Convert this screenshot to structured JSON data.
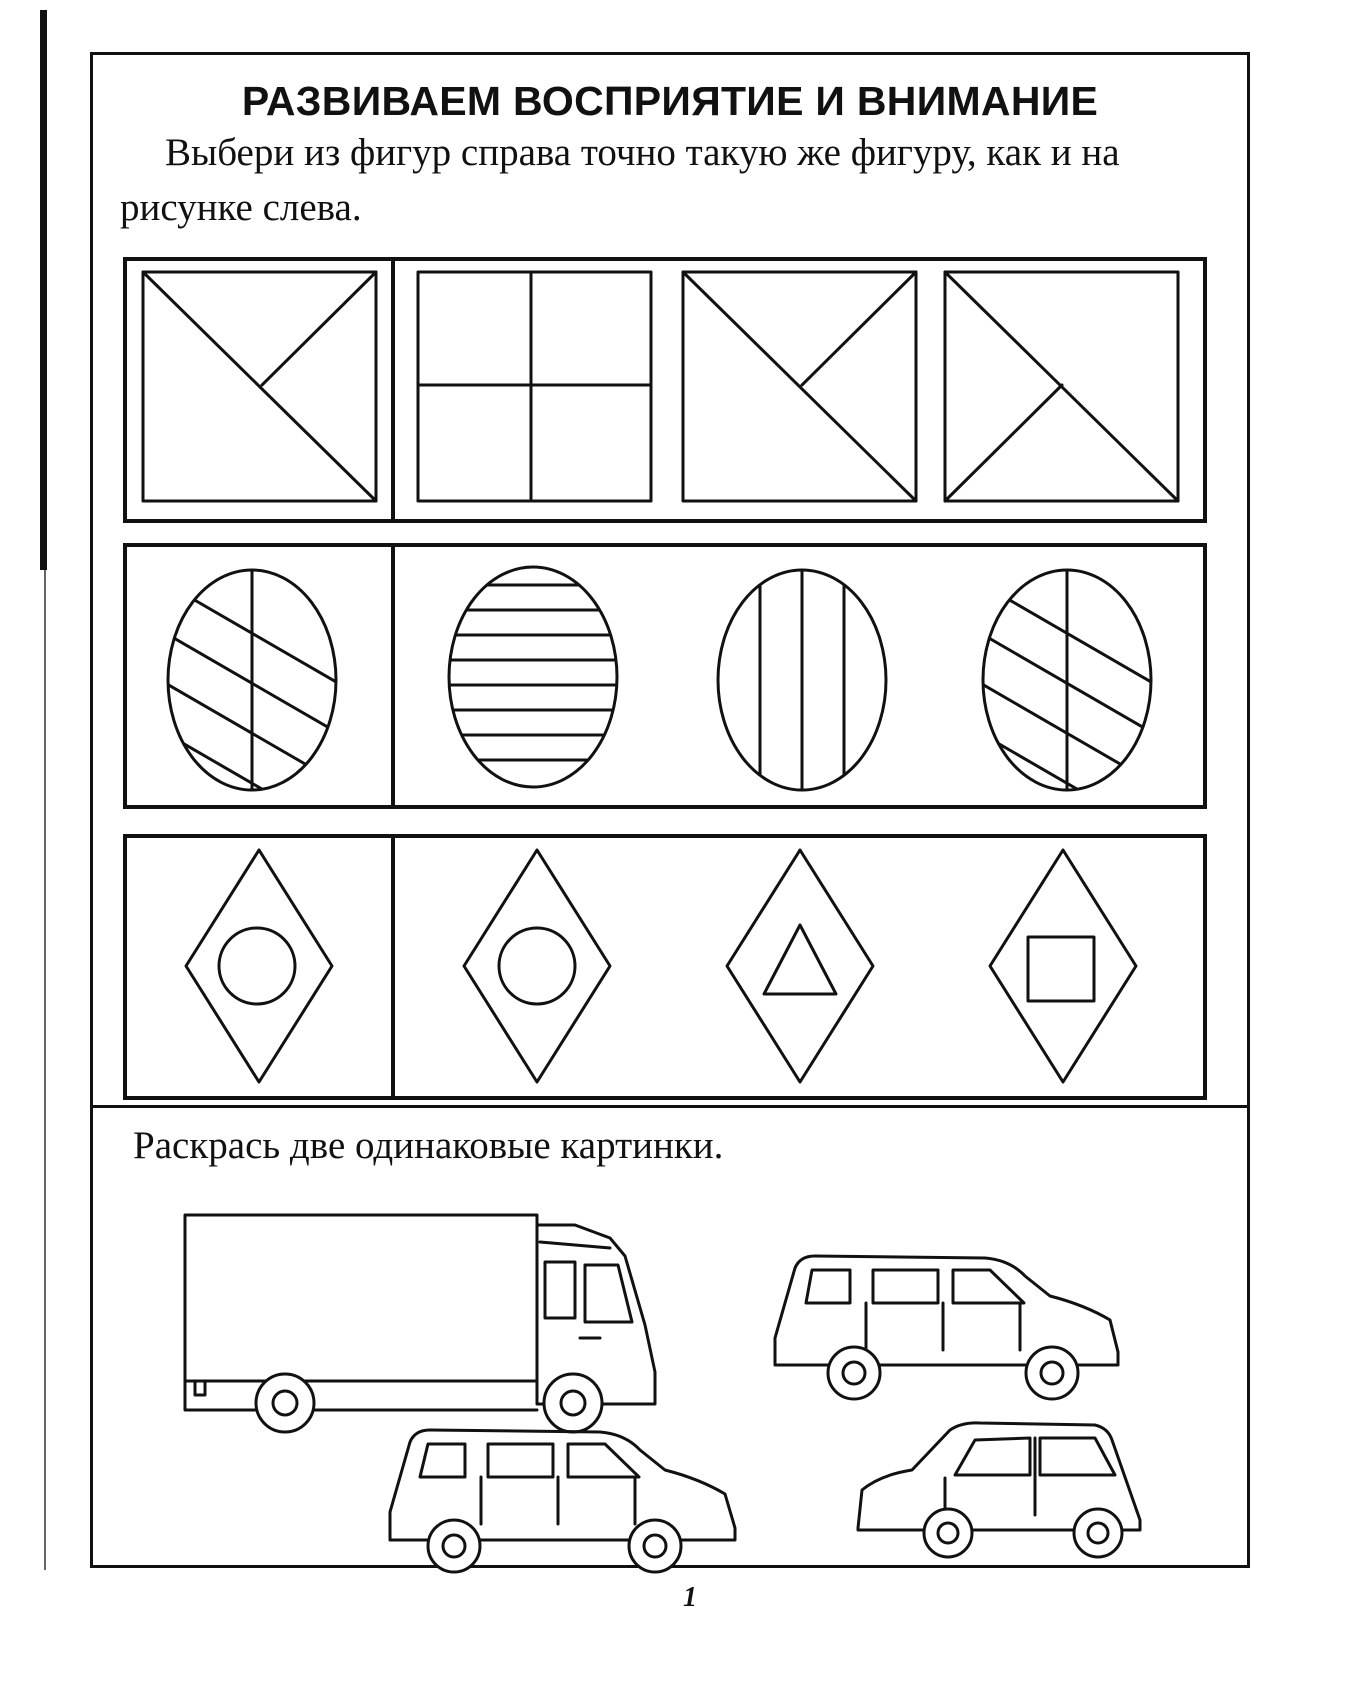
{
  "page": {
    "title": "РАЗВИВАЕМ ВОСПРИЯТИЕ И ВНИМАНИЕ",
    "instruction_1": "Выбери из фигур справа точно такую же фигуру, как и на рисунке слева.",
    "instruction_2": "Раскрась две одинаковые картинки.",
    "page_number": "1"
  },
  "exercise_rows": [
    {
      "name": "squares",
      "sample": "square-diagonal-branch",
      "options": [
        "square-quartered",
        "square-diagonal-branch",
        "square-diagonal-branch-lower"
      ]
    },
    {
      "name": "ovals",
      "sample": "oval-diagonal-stripes",
      "options": [
        "oval-horizontal-stripes",
        "oval-vertical-stripes",
        "oval-diagonal-stripes"
      ]
    },
    {
      "name": "rhombuses",
      "sample": "rhombus-with-circle",
      "options": [
        "rhombus-with-circle",
        "rhombus-with-triangle",
        "rhombus-with-square"
      ]
    }
  ],
  "vehicles": [
    "truck-icon",
    "minivan-icon",
    "minivan-icon",
    "hatchback-icon"
  ]
}
